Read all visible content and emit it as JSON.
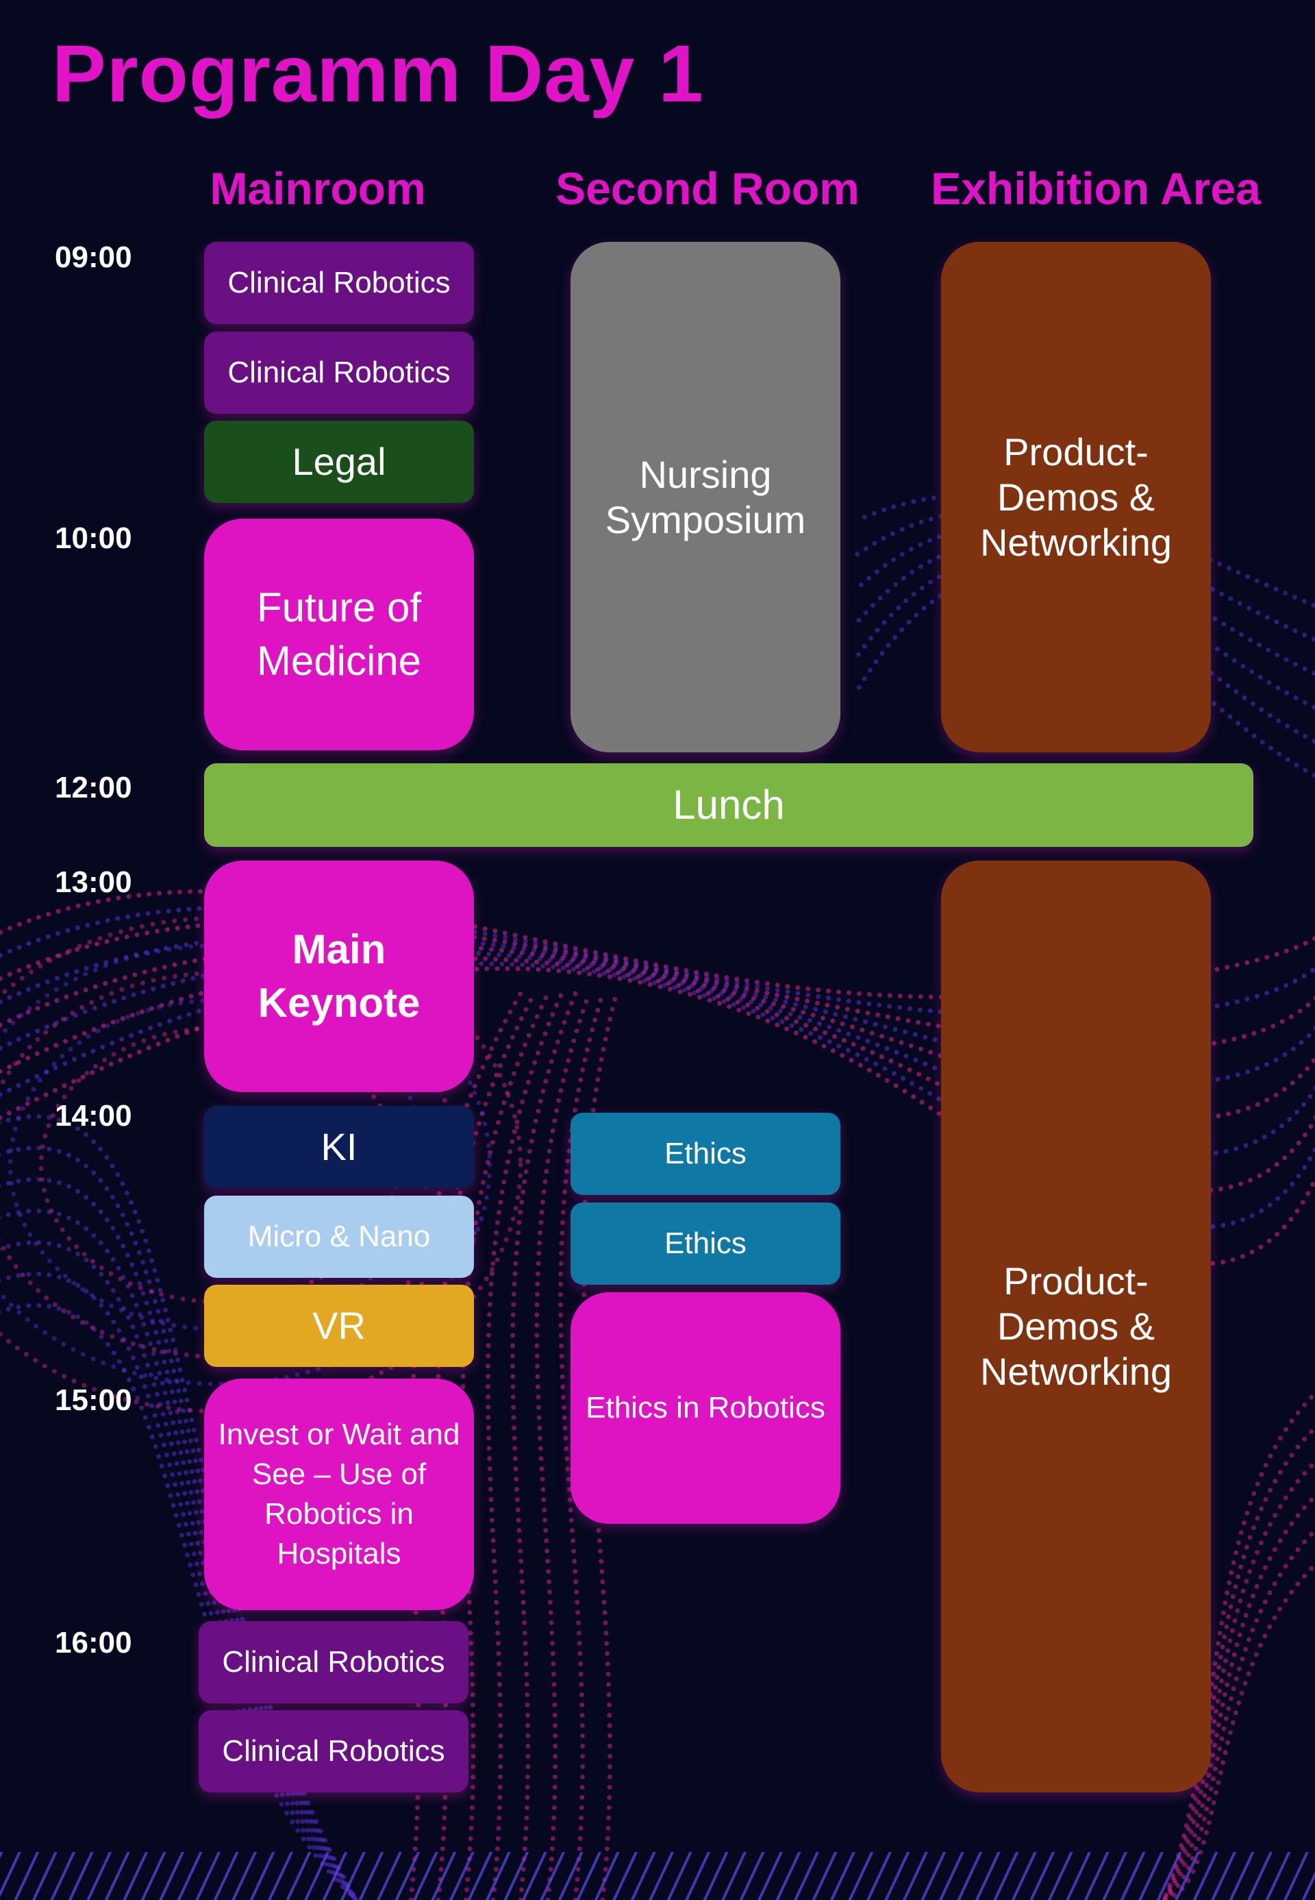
{
  "title": "Programm Day 1",
  "columns": [
    "Mainroom",
    "Second Room",
    "Exhibition Area"
  ],
  "times": [
    "09:00",
    "10:00",
    "12:00",
    "13:00",
    "14:00",
    "15:00",
    "16:00"
  ],
  "mainroom": {
    "clinical_robotics_1": "Clinical Robotics",
    "clinical_robotics_2": "Clinical Robotics",
    "legal": "Legal",
    "future_of_medicine": "Future of Medicine",
    "main_keynote": "Main Keynote",
    "ki": "KI",
    "micro_nano": "Micro & Nano",
    "vr": "VR",
    "invest_or_wait": "Invest or Wait and See – Use of Robotics in Hospitals",
    "clinical_robotics_3": "Clinical Robotics",
    "clinical_robotics_4": "Clinical Robotics"
  },
  "second_room": {
    "nursing_symposium": "Nursing Symposium",
    "ethics_1": "Ethics",
    "ethics_2": "Ethics",
    "ethics_in_robotics": "Ethics in Robotics"
  },
  "exhibition": {
    "product_demos_1": "Product-Demos & Networking",
    "product_demos_2": "Product-Demos & Networking"
  },
  "lunch": "Lunch",
  "colors": {
    "background": "#06081f",
    "accent_magenta": "#e014c6",
    "clinical_robotics": "#6a0f84",
    "legal": "#1a4f1c",
    "future_of_medicine": "#de14c3",
    "nursing_symposium": "#787878",
    "product_demos": "#7f3210",
    "lunch": "#7bb544",
    "ki": "#0b1e55",
    "micro_nano": "#a9cdef",
    "vr": "#e3a821",
    "ethics": "#1078a4"
  }
}
